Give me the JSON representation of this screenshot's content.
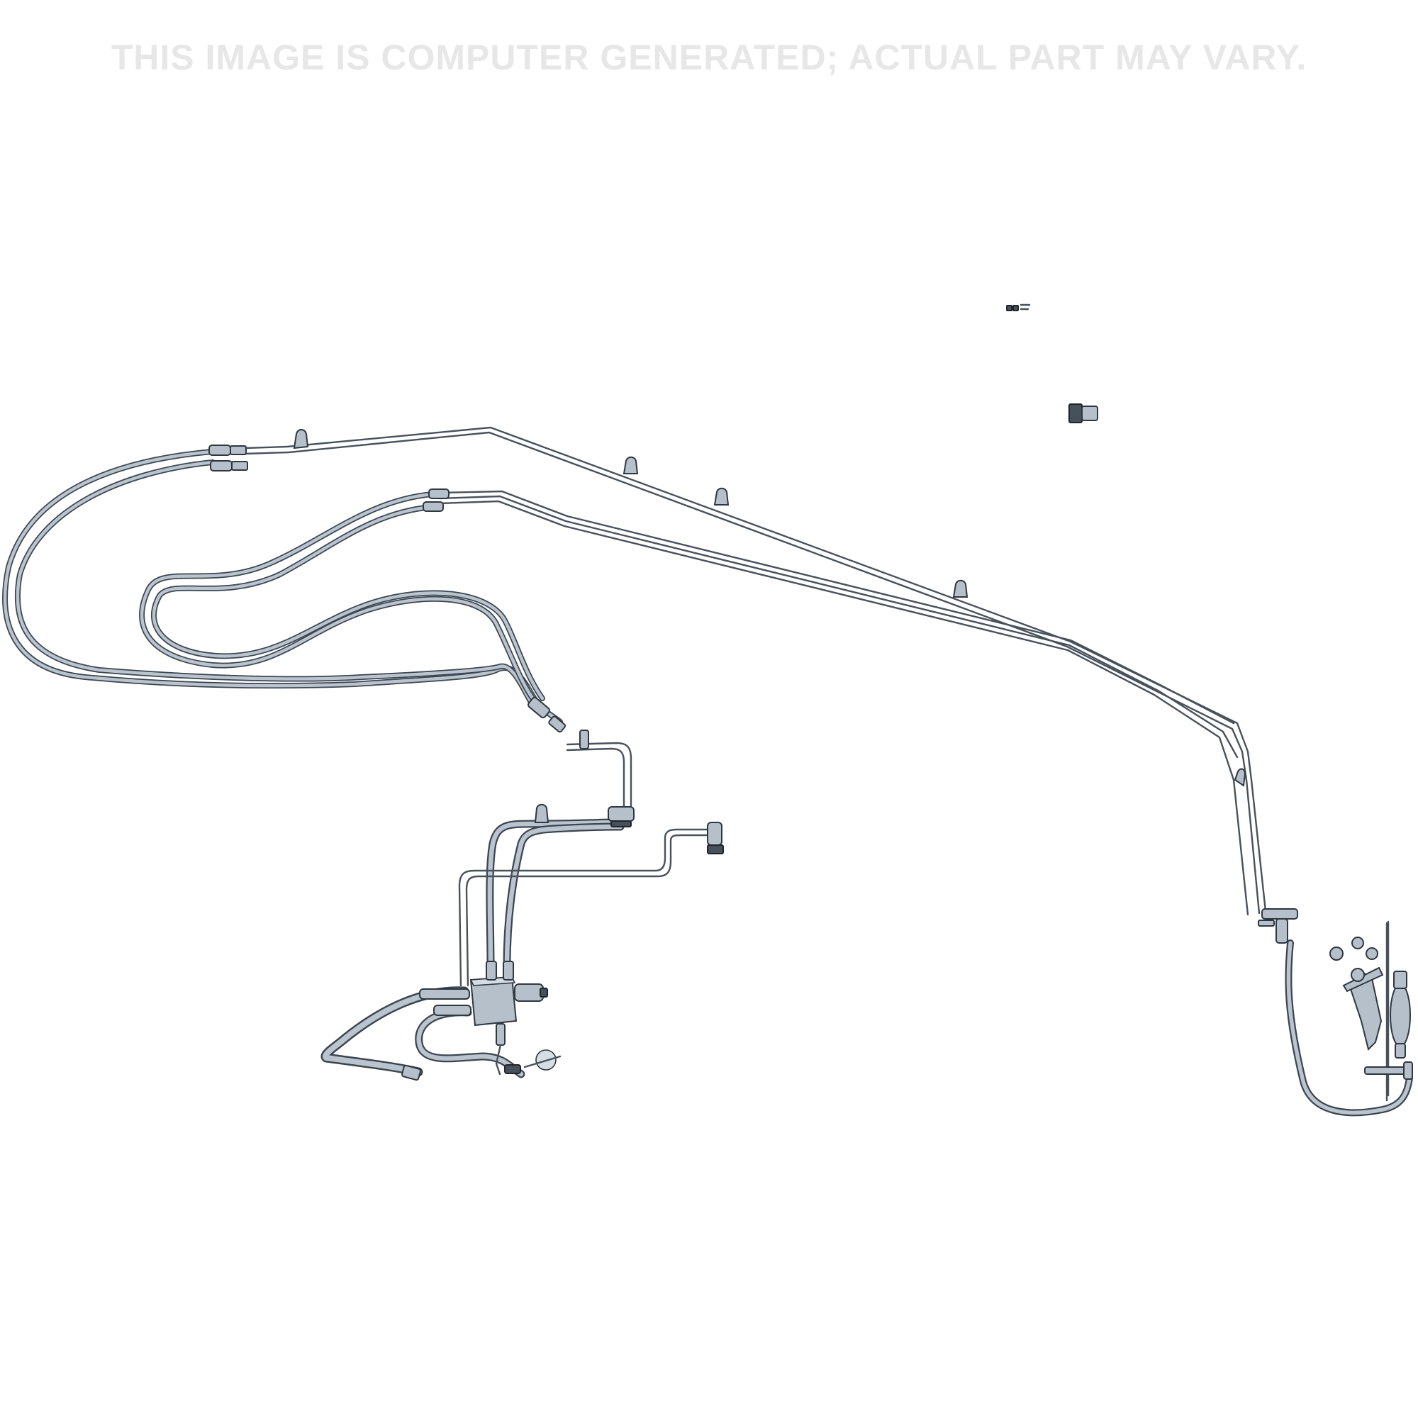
{
  "watermark": {
    "text": "THIS IMAGE IS COMPUTER GENERATED; ACTUAL PART MAY VARY."
  },
  "colors": {
    "background": "#ffffff",
    "watermark": "#e7e7e7",
    "hose_fill": "#b9c4ce",
    "outline": "#3d4650"
  },
  "components": [
    "hydraulic-line-routing",
    "control-valve-block",
    "solenoid",
    "lift-cylinder",
    "tubing-clips",
    "hardware",
    "switch"
  ]
}
